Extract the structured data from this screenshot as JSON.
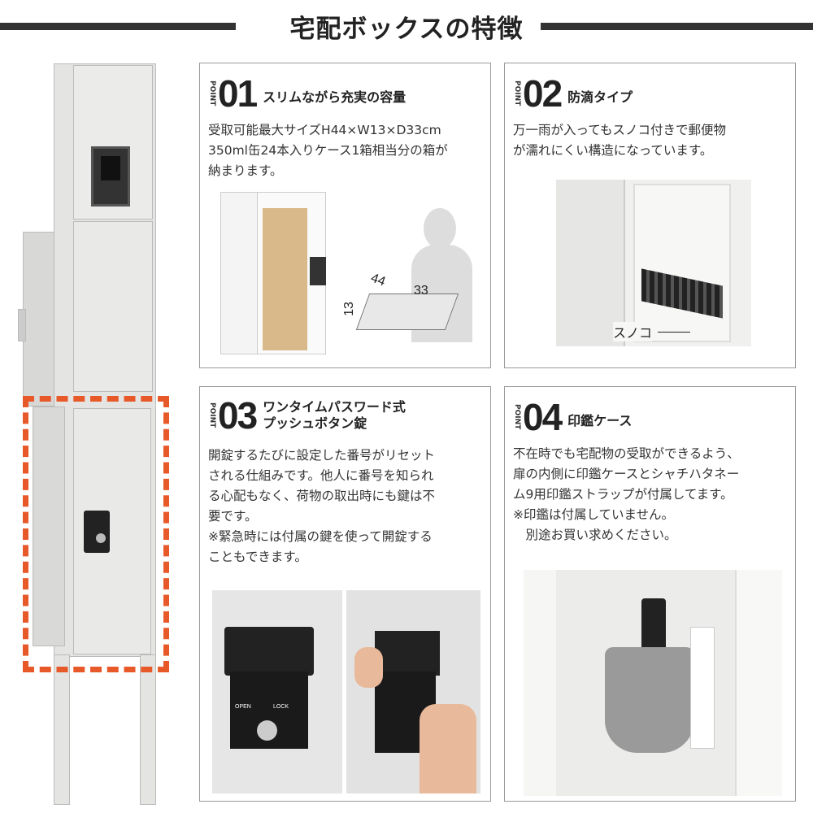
{
  "title": "宅配ボックスの特徴",
  "accent_color": "#e8592a",
  "points": [
    {
      "label": "POINT",
      "number": "01",
      "title": "スリムながら充実の容量",
      "body": "受取可能最大サイズH44×W13×D33cm\n350ml缶24本入りケース1箱相当分の箱が\n納まります。",
      "dims": {
        "width": "44",
        "depth": "33",
        "height": "13"
      }
    },
    {
      "label": "POINT",
      "number": "02",
      "title": "防滴タイプ",
      "body": "万一雨が入ってもスノコ付きで郵便物\nが濡れにくい構造になっています。",
      "callout": "スノコ"
    },
    {
      "label": "POINT",
      "number": "03",
      "title": "ワンタイムパスワード式\nプッシュボタン錠",
      "body": "開錠するたびに設定した番号がリセット\nされる仕組みです。他人に番号を知られ\nる心配もなく、荷物の取出時にも鍵は不\n要です。\n※緊急時には付属の鍵を使って開錠する\nこともできます。",
      "lock_open": "OPEN",
      "lock_lock": "LOCK"
    },
    {
      "label": "POINT",
      "number": "04",
      "title": "印鑑ケース",
      "body": "不在時でも宅配物の受取ができるよう、\n扉の内側に印鑑ケースとシャチハタネー\nム9用印鑑ストラップが付属してます。\n※印鑑は付属していません。\n　別途お買い求めください。"
    }
  ]
}
